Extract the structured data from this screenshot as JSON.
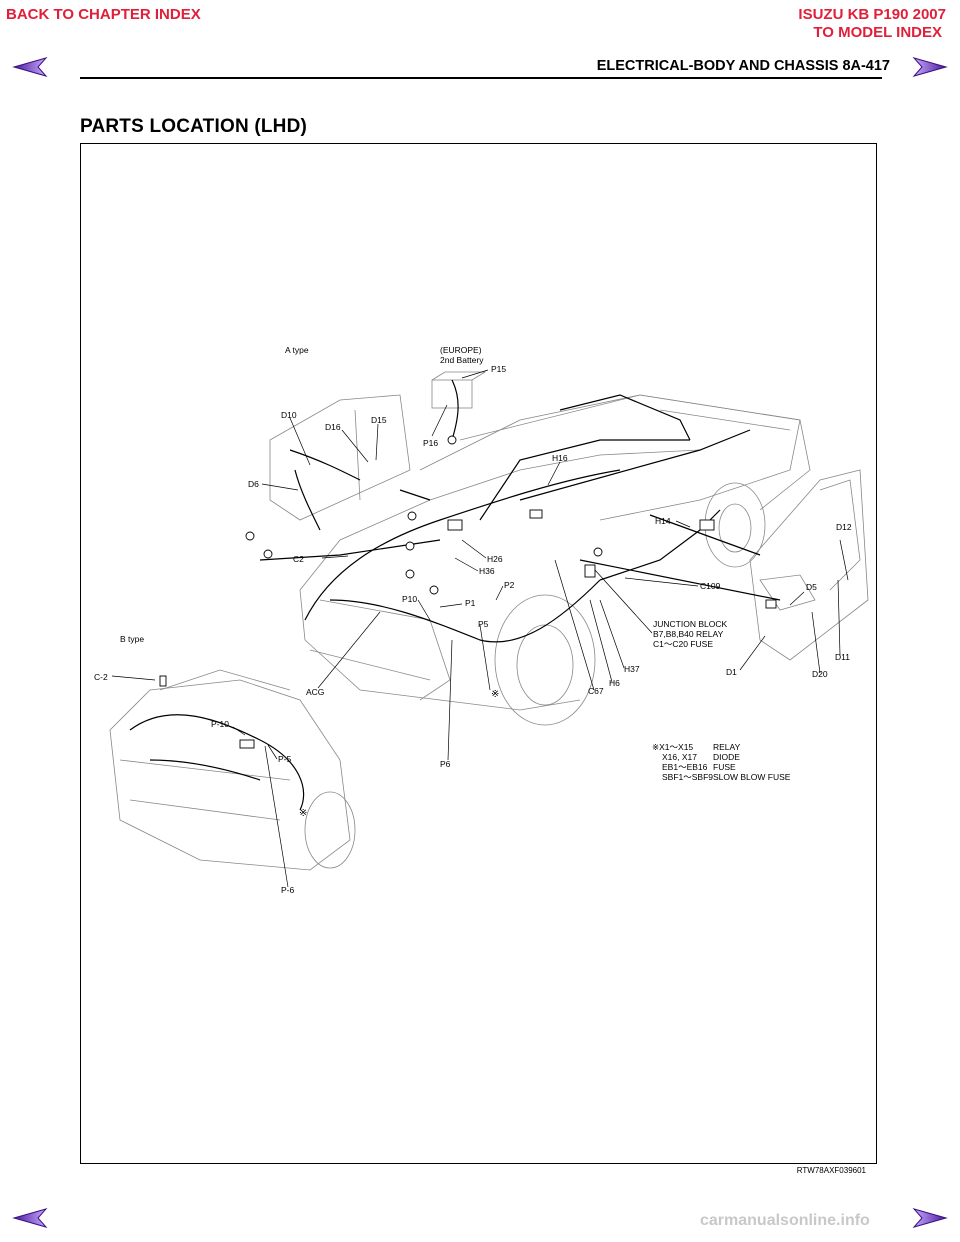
{
  "nav": {
    "back_to_chapter": "BACK TO CHAPTER INDEX",
    "model_title": "ISUZU KB P190 2007",
    "to_model_index": "TO MODEL INDEX"
  },
  "header": {
    "text": "ELECTRICAL-BODY AND CHASSIS  8A-417"
  },
  "section_title": "PARTS LOCATION (LHD)",
  "figure": {
    "a_type_label": "A type",
    "b_type_label": "B type",
    "europe_label": "(EUROPE)",
    "battery_label": "2nd Battery",
    "callouts": {
      "p15": "P15",
      "p16": "P16",
      "d10": "D10",
      "d16": "D16",
      "d15": "D15",
      "d6": "D6",
      "c2": "C2",
      "h16": "H16",
      "h14": "H14",
      "d12": "D12",
      "h26": "H26",
      "h36": "H36",
      "p2": "P2",
      "p1": "P1",
      "p10": "P10",
      "p5": "P5",
      "c109": "C109",
      "d5": "D5",
      "acg": "ACG",
      "h37": "H37",
      "h6": "H6",
      "c67": "C67",
      "d1": "D1",
      "d20": "D20",
      "d11": "D11",
      "p6": "P6",
      "b_c2": "C-2",
      "b_p10": "P-10",
      "b_p5": "P-5",
      "b_p6": "P-6"
    },
    "junction_block": [
      "JUNCTION BLOCK",
      "B7,B8,B40 RELAY",
      "C1〜C20 FUSE"
    ],
    "legend": {
      "symbol": "※",
      "rows": [
        {
          "code": "※X1〜X15",
          "desc": "RELAY"
        },
        {
          "code": "X16, X17",
          "desc": "DIODE"
        },
        {
          "code": "EB1〜EB16",
          "desc": "FUSE"
        },
        {
          "code": "SBF1〜SBF9",
          "desc": "SLOW BLOW FUSE"
        }
      ]
    },
    "figure_code": "RTW78AXF039601"
  },
  "footer": {
    "watermark": "carmanualsonline.info"
  },
  "colors": {
    "link_red": "#e0203a",
    "arrow_purple": "#8a2be2"
  }
}
